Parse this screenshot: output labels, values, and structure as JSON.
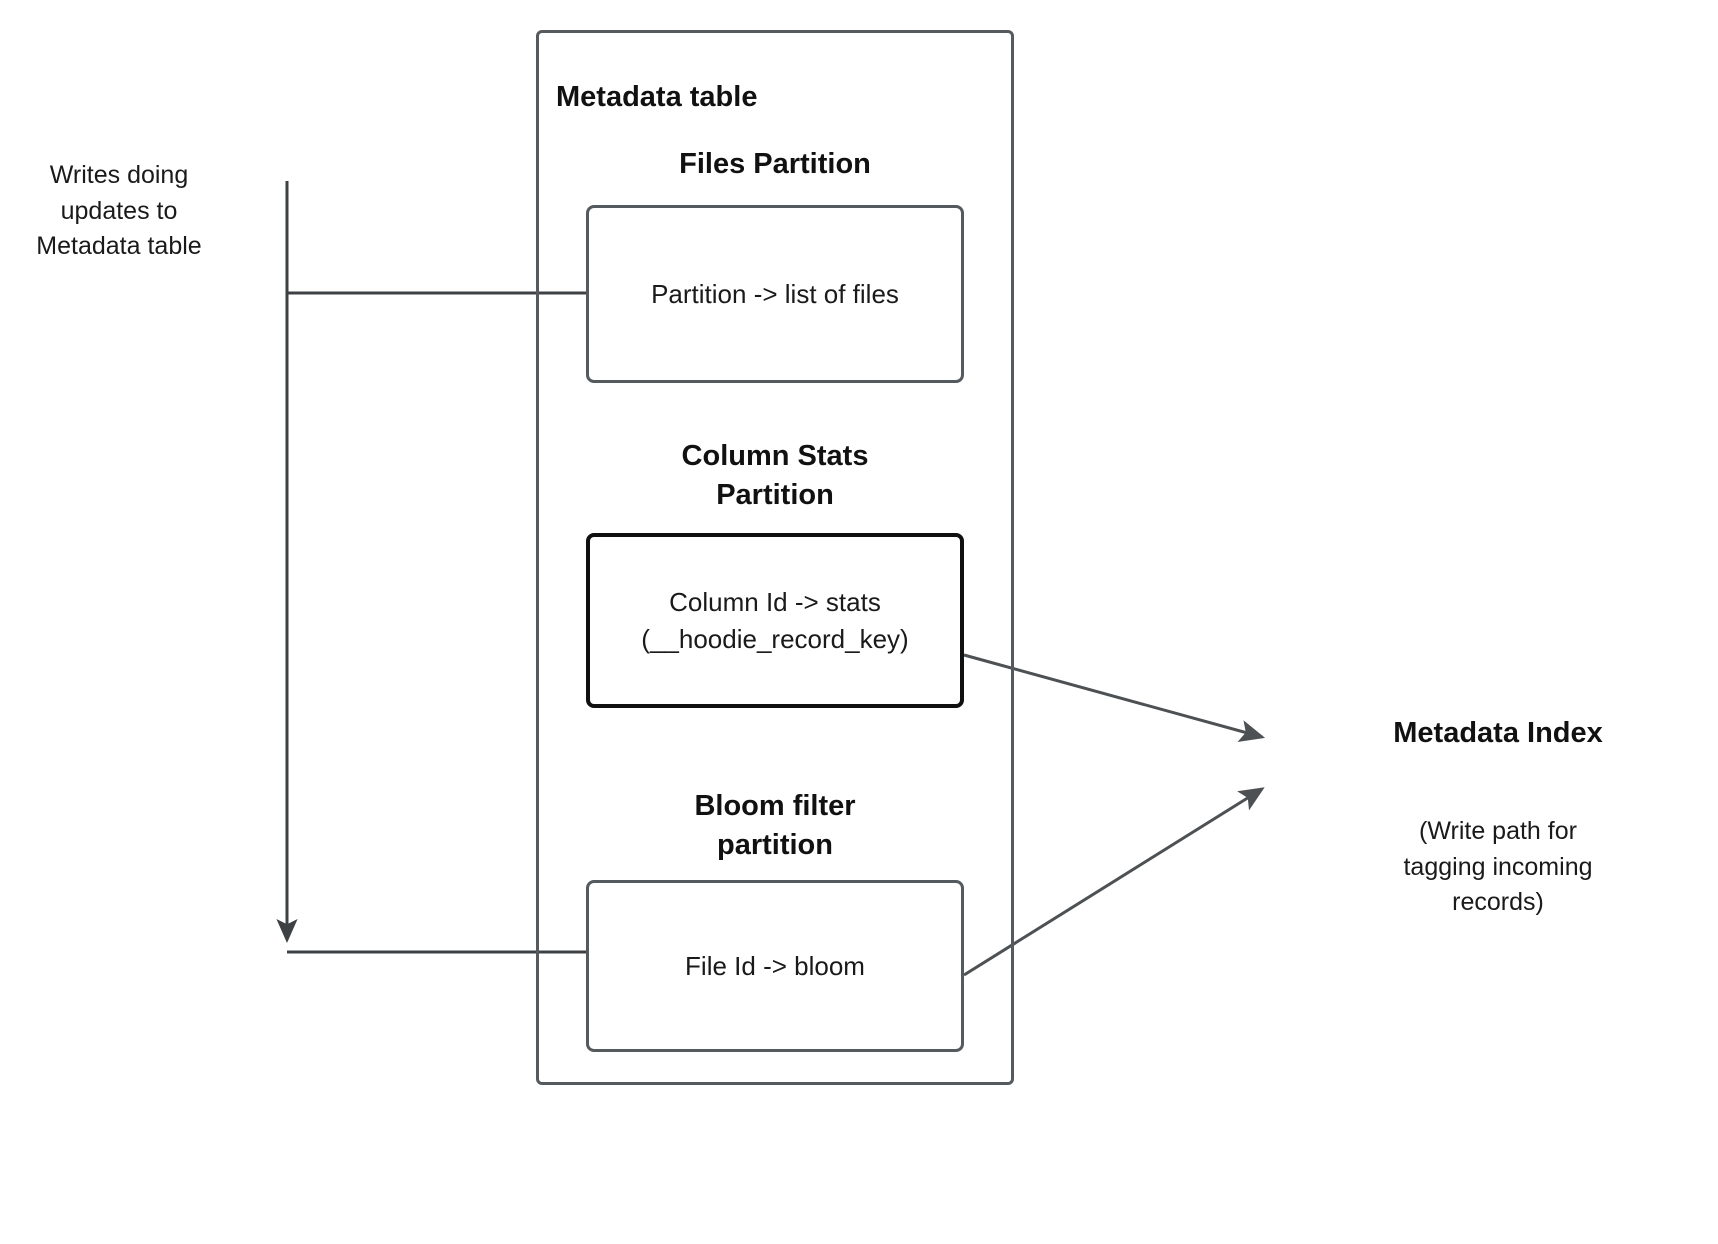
{
  "diagram": {
    "title_note": "Hudi metadata table write path diagram",
    "stroke_color": "#555a5e",
    "emphasis_stroke_color": "#101010",
    "text_color": "#1a1a1a",
    "background": "#ffffff"
  },
  "left_annotation": {
    "text": "Writes doing\nupdates to\nMetadata table"
  },
  "outer_container": {
    "title": "Metadata table"
  },
  "partitions": [
    {
      "heading": "Files Partition",
      "box_text": "Partition -> list of files",
      "emphasized": false
    },
    {
      "heading": "Column Stats\nPartition",
      "box_text": "Column Id  -> stats\n(__hoodie_record_key)",
      "emphasized": true
    },
    {
      "heading": "Bloom filter\npartition",
      "box_text": "File Id -> bloom",
      "emphasized": false
    }
  ],
  "right_annotation": {
    "title": "Metadata Index",
    "note": "(Write path for\ntagging incoming\nrecords)"
  },
  "connectors": [
    {
      "name": "writes-to-files-partition",
      "from": "left-trunk",
      "to": "Partition -> list of files",
      "style": "orthogonal"
    },
    {
      "name": "writes-to-bloom-partition",
      "from": "left-trunk",
      "to": "File Id -> bloom",
      "style": "orthogonal-with-down-arrow"
    },
    {
      "name": "column-stats-to-metadata-index",
      "from": "Column Id  -> stats",
      "to": "Metadata Index",
      "style": "straight-arrow"
    },
    {
      "name": "bloom-to-metadata-index",
      "from": "File Id -> bloom",
      "to": "Metadata Index",
      "style": "straight-arrow"
    }
  ]
}
